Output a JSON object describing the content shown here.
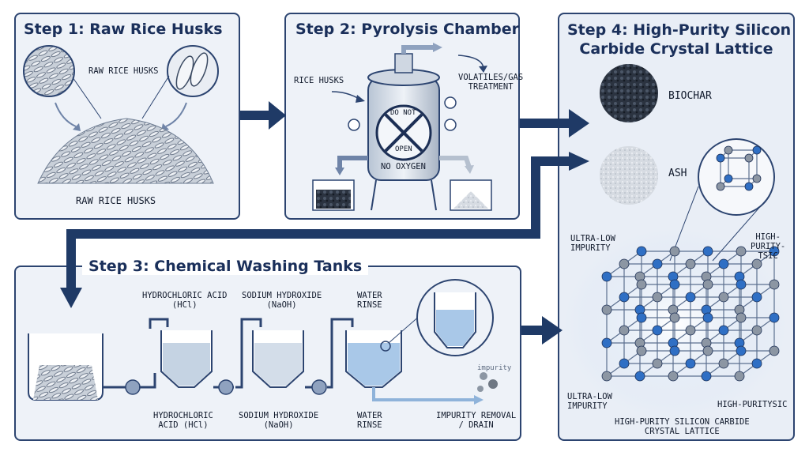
{
  "step1": {
    "title": "Step 1: Raw Rice Husks",
    "callout_label": "RAW RICE HUSKS",
    "bottom_label": "RAW RICE HUSKS"
  },
  "step2": {
    "title": "Step 2: Pyrolysis Chamber",
    "input_label": "RICE HUSKS",
    "output_label_line1": "VOLATILES/GAS",
    "output_label_line2": "TREATMENT",
    "sign_top": "DO NOT",
    "sign_bottom": "OPEN",
    "no_oxygen": "NO OXYGEN"
  },
  "step3": {
    "title": "Step 3: Chemical Washing Tanks",
    "top_hcl_line1": "HYDROCHLORIC ACID",
    "top_hcl_line2": "(HCl)",
    "top_naoh_line1": "SODIUM HYDROXIDE",
    "top_naoh_line2": "(NaOH)",
    "top_water_line1": "WATER",
    "top_water_line2": "RINSE",
    "bottom_hcl_line1": "HYDROCHLORIC",
    "bottom_hcl_line2": "ACID (HCl)",
    "bottom_naoh_line1": "SODIUM HYDROXIDE",
    "bottom_naoh_line2": "(NaOH)",
    "bottom_water_line1": "WATER",
    "bottom_water_line2": "RINSE",
    "impurity_label": "impurity",
    "removal_line1": "IMPURITY REMOVAL",
    "removal_line2": "/ DRAIN"
  },
  "step4": {
    "title_line1": "Step 4: High-Purity Silicon",
    "title_line2": "Carbide Crystal Lattice",
    "biochar_label": "BIOCHAR",
    "ash_label": "ASH",
    "ultra_low_top_line1": "ULTRA-LOW",
    "ultra_low_top_line2": "IMPURITY",
    "high_purity_top_line1": "HIGH-",
    "high_purity_top_line2": "PURITY-",
    "high_purity_top_line3": "TSIC",
    "ultra_low_bottom_line1": "ULTRA-LOW",
    "ultra_low_bottom_line2": "IMPURITY",
    "high_purity_bottom": "HIGH-PURITYSIC",
    "caption_line1": "HIGH-PURITY SILICON CARBIDE",
    "caption_line2": "CRYSTAL LATTICE"
  },
  "colors": {
    "panel_bg": "#eef2f8",
    "border": "#2c4470",
    "arrow": "#1f3a66",
    "atom_blue": "#2f6fc4",
    "atom_grey": "#8c96a3",
    "liquid": "#a9c8e8"
  }
}
